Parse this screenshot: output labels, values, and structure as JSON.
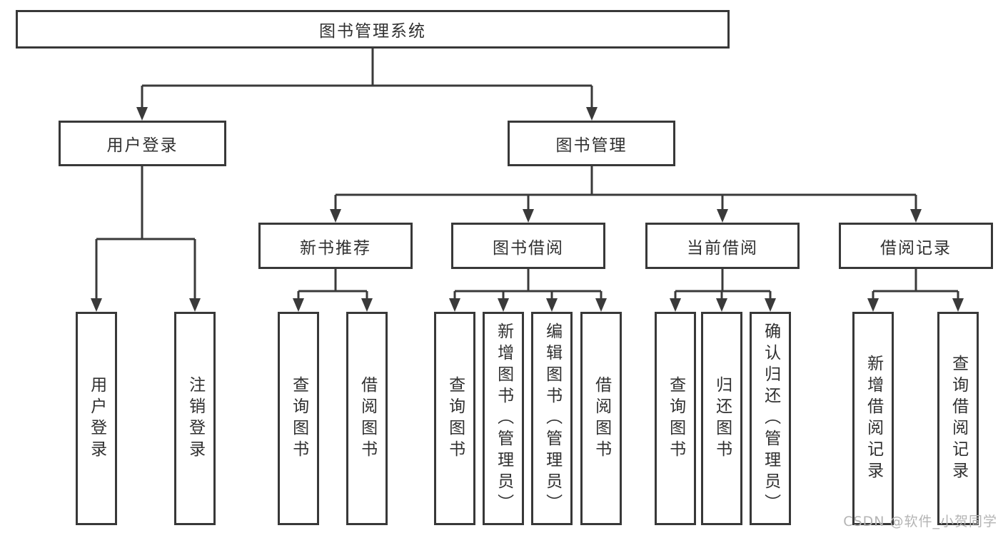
{
  "tree": {
    "root": {
      "label": "图书管理系统"
    },
    "level2": [
      {
        "label": "用户登录"
      },
      {
        "label": "图书管理"
      }
    ],
    "level3": [
      {
        "label": "新书推荐"
      },
      {
        "label": "图书借阅"
      },
      {
        "label": "当前借阅"
      },
      {
        "label": "借阅记录"
      }
    ],
    "leaves": {
      "user_login": [
        {
          "label": "用户登录"
        },
        {
          "label": "注销登录"
        }
      ],
      "new_book": [
        {
          "label": "查询图书"
        },
        {
          "label": "借阅图书"
        }
      ],
      "borrow": [
        {
          "label": "查询图书"
        },
        {
          "label": "新增图书（管理员）"
        },
        {
          "label": "编辑图书（管理员）"
        },
        {
          "label": "借阅图书"
        }
      ],
      "current": [
        {
          "label": "查询图书"
        },
        {
          "label": "归还图书"
        },
        {
          "label": "确认归还（管理员）"
        }
      ],
      "record": [
        {
          "label": "新增借阅记录"
        },
        {
          "label": "查询借阅记录"
        }
      ]
    }
  },
  "watermark": {
    "text": "CSDN @软件_小贺同学"
  },
  "colors": {
    "background": "#ffffff",
    "box_border": "#383838",
    "connector_line": "#3a3a3a",
    "text": "#303030",
    "watermark_text": "#b4b4b4"
  }
}
